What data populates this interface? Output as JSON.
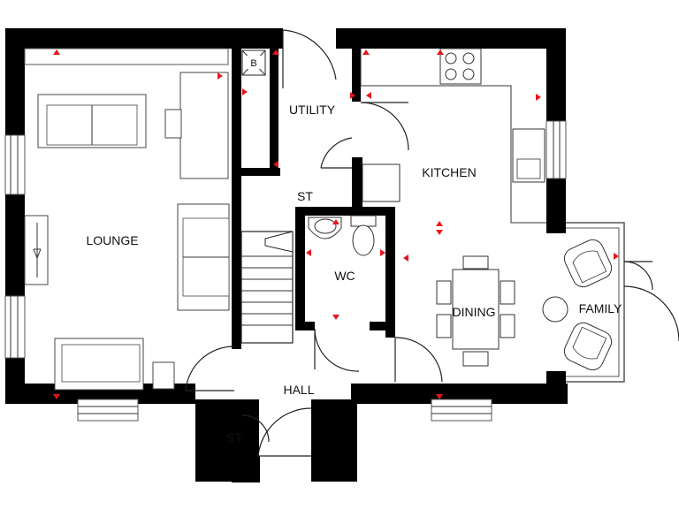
{
  "rooms": {
    "lounge": "LOUNGE",
    "utility": "UTILITY",
    "kitchen": "KITCHEN",
    "store_upper": "ST",
    "wc": "WC",
    "dining": "DINING",
    "family": "FAMILY",
    "hall": "HALL",
    "store_lower": "ST"
  },
  "boiler_label": "B",
  "colors": {
    "wall": "#000000",
    "marker": "#e8141b",
    "line": "#222222",
    "glazing": "#555555"
  }
}
